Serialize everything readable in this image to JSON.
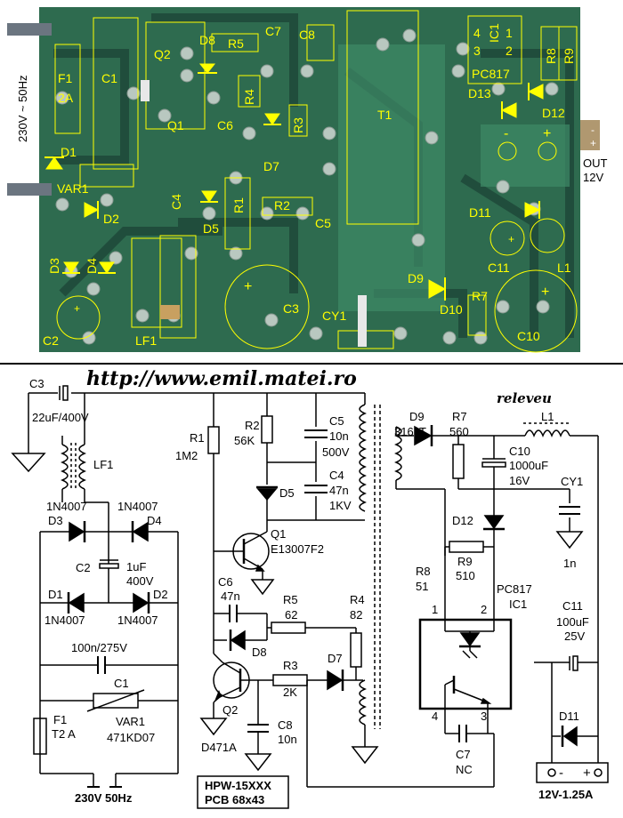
{
  "pcb": {
    "input_label": "230V ~ 50Hz",
    "out_label": "OUT",
    "out_voltage": "12V",
    "minus": "-",
    "plus": "+",
    "labels": {
      "F1": "F1",
      "F1v": "2A",
      "C1": "C1",
      "D1": "D1",
      "VAR1": "VAR1",
      "D2": "D2",
      "D3": "D3",
      "D4": "D4",
      "C2": "C2",
      "LF1": "LF1",
      "Q2": "Q2",
      "Q1": "Q1",
      "D8": "D8",
      "R5": "R5",
      "C7": "C7",
      "C8": "C8",
      "C6": "C6",
      "R4": "R4",
      "R3": "R3",
      "D7": "D7",
      "C4": "C4",
      "D5": "D5",
      "R1": "R1",
      "R2": "R2",
      "C5": "C5",
      "C3": "C3",
      "CY1": "CY1",
      "T1": "T1",
      "IC1": "IC1",
      "PC817": "PC817",
      "R8": "R8",
      "R9": "R9",
      "D13": "D13",
      "D12": "D12",
      "D11": "D11",
      "C11": "C11",
      "L1": "L1",
      "D9": "D9",
      "D10": "D10",
      "R7": "R7",
      "C10": "C10",
      "pin4": "4",
      "pin3": "3",
      "pin1": "1",
      "pin2": "2"
    }
  },
  "schematic": {
    "url": "http://www.emil.matei.ro",
    "subtitle": "releveu",
    "board_id": "HPW-15XXX",
    "pcb_size": "PCB 68x43",
    "input": "230V 50Hz",
    "output": "12V-1.25A",
    "components": {
      "C3": "C3",
      "C3v": "22uF/400V",
      "LF1": "LF1",
      "D3": "D3",
      "D3t": "1N4007",
      "D4": "D4",
      "D4t": "1N4007",
      "C2": "C2",
      "C2v1": "1uF",
      "C2v2": "400V",
      "D1": "D1",
      "D1t": "1N4007",
      "D2": "D2",
      "D2t": "1N4007",
      "C1": "C1",
      "C1v": "100n/275V",
      "VAR1": "VAR1",
      "VAR1t": "471KD07",
      "F1": "F1",
      "F1v": "T2 A",
      "R1": "R1",
      "R1v": "1M2",
      "R2": "R2",
      "R2v": "56K",
      "C5": "C5",
      "C5v1": "10n",
      "C5v2": "500V",
      "C4": "C4",
      "C4v1": "47n",
      "C4v2": "1KV",
      "D5": "D5",
      "Q1": "Q1",
      "Q1t": "E13007F2",
      "C6": "C6",
      "C6v": "47n",
      "R5": "R5",
      "R5v": "62",
      "R4": "R4",
      "R4v": "82",
      "D8": "D8",
      "D7": "D7",
      "R3": "R3",
      "R3v": "2K",
      "Q2": "Q2",
      "Q2t": "D471A",
      "C8": "C8",
      "C8v": "10n",
      "D9": "D9",
      "D9t": "316LT",
      "R7": "R7",
      "R7v": "560",
      "L1": "L1",
      "C10": "C10",
      "C10v1": "1000uF",
      "C10v2": "16V",
      "CY1": "CY1",
      "CY1v": "1n",
      "D12": "D12",
      "R8": "R8",
      "R8v": "51",
      "R9": "R9",
      "R9v": "510",
      "IC1": "IC1",
      "IC1t": "PC817",
      "C11": "C11",
      "C11v1": "100uF",
      "C11v2": "25V",
      "D11": "D11",
      "C7": "C7",
      "C7v": "NC",
      "pin1": "1",
      "pin2": "2",
      "pin3": "3",
      "pin4": "4",
      "minus": "-",
      "plus": "+"
    }
  },
  "colors": {
    "pcb_green": "#2e6b4f",
    "trace": "#1f4a3a",
    "silk": "#ffff00",
    "pad": "#b9c8c0"
  }
}
